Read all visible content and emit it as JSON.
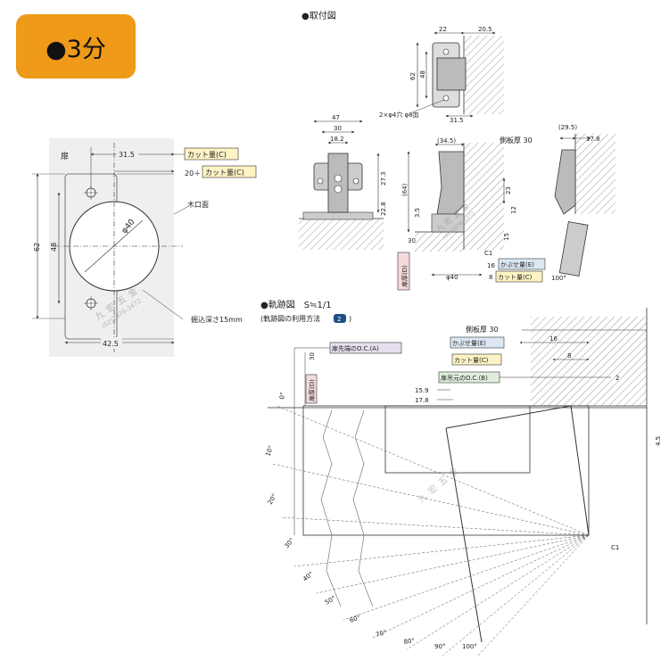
{
  "badge": {
    "text": "●3分",
    "color": "#ef9a18"
  },
  "headings": {
    "mounting": "●取付図",
    "trajectory": "●軌跡図　S≒1/1",
    "trajectory_note": "(軌跡図の利用方法",
    "trajectory_note_num": "2",
    "trajectory_note_end": ")"
  },
  "left_panel": {
    "door_label": "扉",
    "cut_c": "カット量(C)",
    "cut_c2": "カット量(C)",
    "twenty_plus": "20＋",
    "edge_label": "木口面",
    "depth_label": "掘込深さ15mm",
    "dims": {
      "d315": "31.5",
      "d62": "62",
      "d48": "48",
      "d425": "42.5",
      "phi40": "φ40"
    },
    "watermark": [
      "九",
      "宏",
      "五",
      "金"
    ],
    "watermark_tel": "(02)2976-3472"
  },
  "mount_top": {
    "dims": {
      "d22": "22",
      "d205": "20.5",
      "d62": "62",
      "d48": "48",
      "d315": "31.5"
    },
    "hole_note": "2×φ4穴 φ8皿"
  },
  "mount_front": {
    "dims": {
      "d47": "47",
      "d30": "30",
      "d182": "18.2",
      "d273": "27.3",
      "d228": "22.8"
    }
  },
  "mount_side": {
    "dims": {
      "d345": "(34.5)",
      "d64": "(64)",
      "d35": "3.5",
      "d30": "30",
      "d23": "23",
      "d12": "12",
      "d15": "15",
      "d16": "16",
      "d8": "8",
      "phi40": "φ40",
      "c1": "C1"
    },
    "side_board": "側板厚 30",
    "door_thickness": "扉厚(D)",
    "overlay_e": "かぶせ量(E)",
    "cut_c": "カット量(C)"
  },
  "mount_open": {
    "dims": {
      "d295": "(29.5)",
      "d178": "17.8",
      "ang100": "100°"
    }
  },
  "trajectory": {
    "side_board": "側板厚 30",
    "door_tip_oc": "扉先端のO.C.(A)",
    "overlay_e": "かぶせ量(E)",
    "cut_c": "カット量(C)",
    "door_base_oc": "扉吊元のO.C.(B)",
    "door_thickness": "扉厚(D)",
    "dims": {
      "d30": "30",
      "d16": "16",
      "d8": "8",
      "d2": "2",
      "d159": "15.9",
      "d178": "17.8",
      "d45": "4.5",
      "c1": "C1"
    },
    "angles": [
      "0°",
      "10°",
      "20°",
      "30°",
      "40°",
      "50°",
      "60°",
      "70°",
      "80°",
      "90°",
      "100°"
    ]
  },
  "colors": {
    "cut_label_bg": "#fdf3c4",
    "overlay_label_bg": "#dbe8f4",
    "door_label_bg": "#f4dada",
    "oc_a_bg": "#e6e0ee",
    "oc_b_bg": "#e0eedc",
    "panel_bg": "#efefef"
  }
}
